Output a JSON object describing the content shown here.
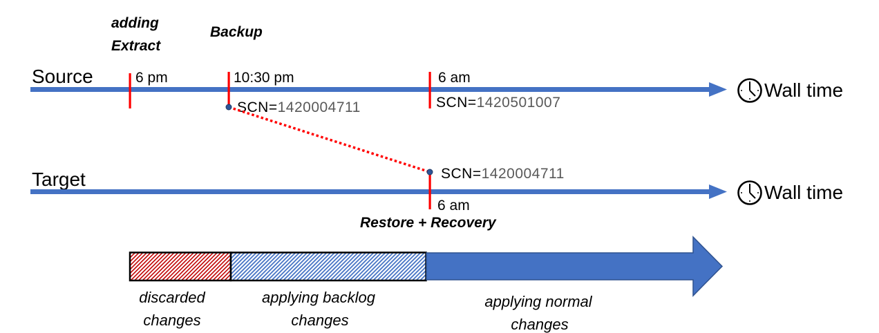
{
  "colors": {
    "timeline_blue": "#4472C4",
    "marker_red": "#FF0000",
    "dot_fill": "#2F5597",
    "discarded_hatch": "#C00000",
    "backlog_hatch": "#4472C4",
    "scn_value_gray": "#595959"
  },
  "source": {
    "label": "Source",
    "wall_time_label": "Wall time",
    "wall_time_icon": "clock-icon",
    "markers": [
      {
        "id": "extract",
        "time": "6 pm",
        "event": [
          "adding",
          "Extract"
        ],
        "scn": null
      },
      {
        "id": "backup",
        "time": "10:30 pm",
        "event": [
          "Backup"
        ],
        "scn_prefix": "SCN=",
        "scn": "1420004711"
      },
      {
        "id": "source-6am",
        "time": "6 am",
        "event": [],
        "scn_prefix": "SCN=",
        "scn": "1420501007"
      }
    ]
  },
  "target": {
    "label": "Target",
    "wall_time_label": "Wall time",
    "wall_time_icon": "clock-icon",
    "marker": {
      "time": "6 am",
      "event": "Restore + Recovery",
      "scn_prefix": "SCN=",
      "scn": "1420004711"
    }
  },
  "connector": {
    "from": "backup",
    "to": "target-restore",
    "style": "dotted"
  },
  "phases": [
    {
      "id": "discarded",
      "label": [
        "discarded",
        "changes"
      ],
      "fill": "red-hatch"
    },
    {
      "id": "backlog",
      "label": [
        "applying backlog",
        "changes"
      ],
      "fill": "blue-hatch"
    },
    {
      "id": "normal",
      "label": [
        "applying normal",
        "changes"
      ],
      "fill": "solid-arrow"
    }
  ]
}
